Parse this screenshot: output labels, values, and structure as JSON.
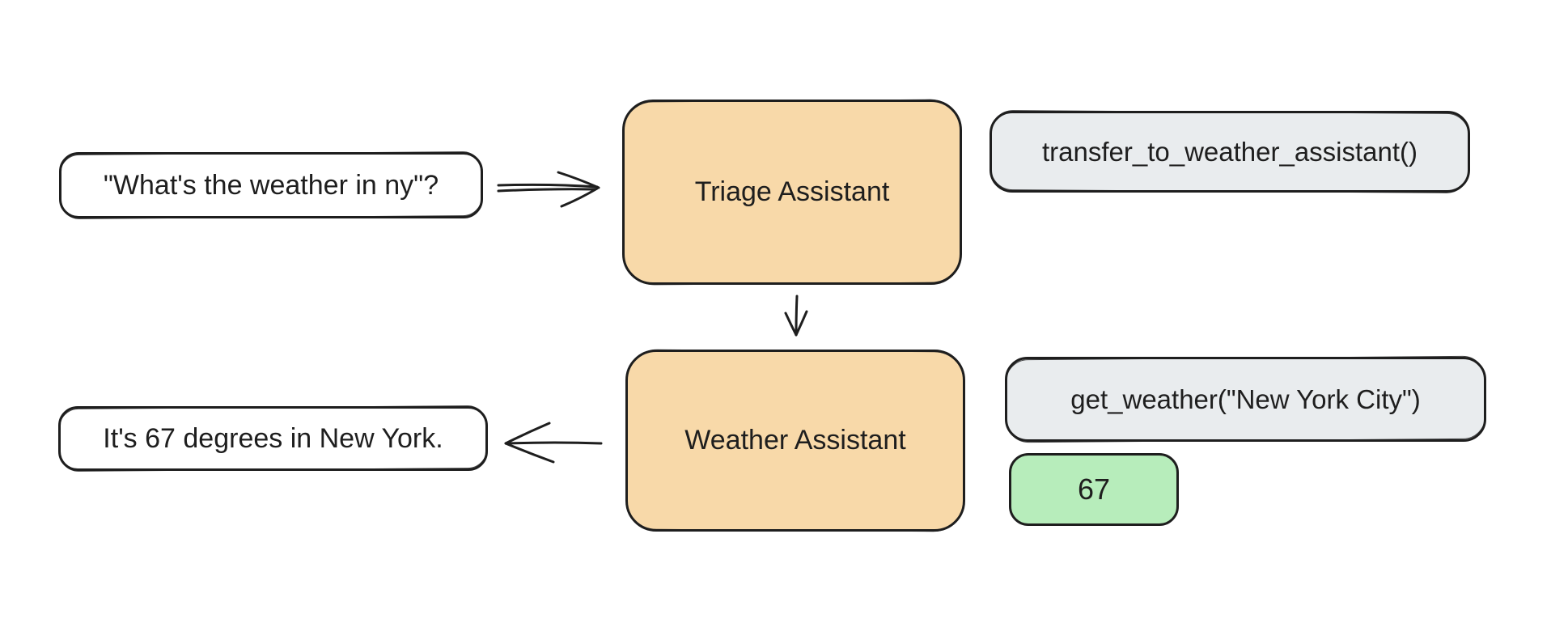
{
  "colors": {
    "canvas_bg": "#ffffff",
    "ink": "#1e1e1e",
    "agent_fill": "#f8d9a9",
    "code_fill": "#e9ecee",
    "result_fill": "#b7edbb",
    "message_fill": "#ffffff"
  },
  "nodes": {
    "user_message": {
      "label": "\"What's the weather in ny\"?"
    },
    "triage_assistant": {
      "label": "Triage Assistant"
    },
    "handoff_call": {
      "label": "transfer_to_weather_assistant()"
    },
    "weather_assistant": {
      "label": "Weather Assistant"
    },
    "tool_call": {
      "label": "get_weather(\"New York City\")"
    },
    "tool_result": {
      "label": "67"
    },
    "assistant_reply": {
      "label": "It's 67 degrees in New York."
    }
  },
  "edges": [
    {
      "from": "user_message",
      "to": "triage_assistant",
      "style": "double-line-arrow-right"
    },
    {
      "from": "triage_assistant",
      "to": "weather_assistant",
      "style": "arrow-down"
    },
    {
      "from": "weather_assistant",
      "to": "assistant_reply",
      "style": "arrow-left"
    }
  ]
}
